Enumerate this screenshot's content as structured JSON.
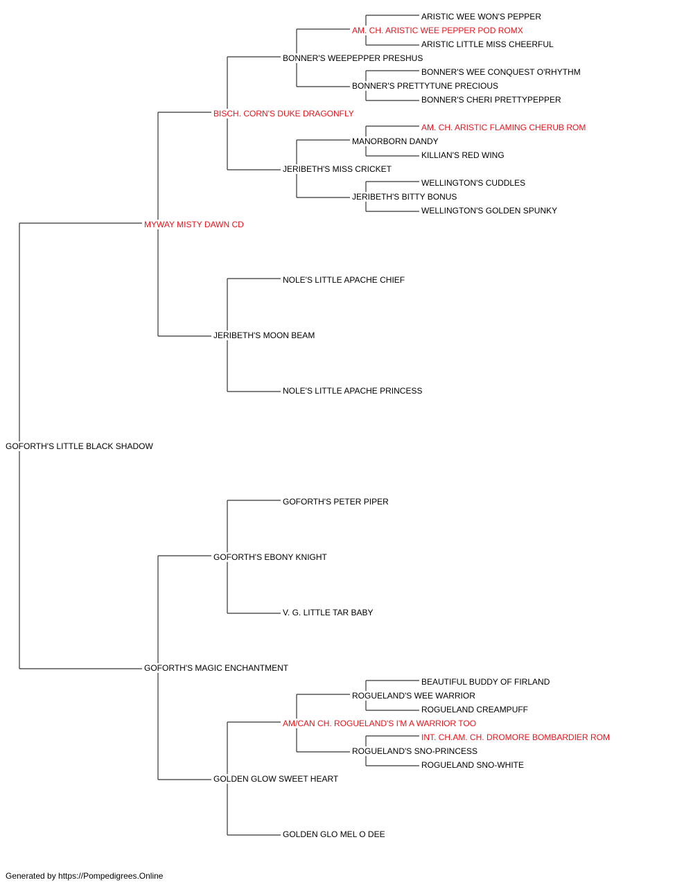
{
  "colors": {
    "text": "#000000",
    "highlight": "#e8141c",
    "line": "#333333"
  },
  "pedigree": {
    "subject": "GOFORTH'S LITTLE BLACK SHADOW",
    "sire": "MYWAY MISTY DAWN CD",
    "sire_sire": "BISCH. CORN'S DUKE DRAGONFLY",
    "sire_sire_sire": "BONNER'S WEEPEPPER PRESHUS",
    "sire_sire_sire_sire": "AM. CH. ARISTIC WEE PEPPER POD ROMX",
    "sire_sire_sire_sire_sire": "ARISTIC WEE WON'S PEPPER",
    "sire_sire_sire_sire_dam": "ARISTIC LITTLE MISS CHEERFUL",
    "sire_sire_sire_dam": "BONNER'S PRETTYTUNE PRECIOUS",
    "sire_sire_sire_dam_sire": "BONNER'S WEE CONQUEST O'RHYTHM",
    "sire_sire_sire_dam_dam": "BONNER'S CHERI PRETTYPEPPER",
    "sire_sire_dam": "JERIBETH'S MISS CRICKET",
    "sire_sire_dam_sire": "MANORBORN DANDY",
    "sire_sire_dam_sire_sire": "AM. CH. ARISTIC FLAMING CHERUB ROM",
    "sire_sire_dam_sire_dam": "KILLIAN'S RED WING",
    "sire_sire_dam_dam": "JERIBETH'S BITTY BONUS",
    "sire_sire_dam_dam_sire": "WELLINGTON'S CUDDLES",
    "sire_sire_dam_dam_dam": "WELLINGTON'S GOLDEN SPUNKY",
    "sire_dam": "JERIBETH'S MOON BEAM",
    "sire_dam_sire": "NOLE'S LITTLE APACHE CHIEF",
    "sire_dam_dam": "NOLE'S LITTLE APACHE PRINCESS",
    "dam": "GOFORTH'S MAGIC ENCHANTMENT",
    "dam_sire": "GOFORTH'S EBONY KNIGHT",
    "dam_sire_sire": "GOFORTH'S PETER PIPER",
    "dam_sire_dam": "V. G. LITTLE TAR BABY",
    "dam_dam": "GOLDEN GLOW SWEET HEART",
    "dam_dam_sire": "AM/CAN CH. ROGUELAND'S I'M A WARRIOR TOO",
    "dam_dam_sire_sire": "ROGUELAND'S WEE WARRIOR",
    "dam_dam_sire_sire_sire": "BEAUTIFUL BUDDY OF FIRLAND",
    "dam_dam_sire_sire_dam": "ROGUELAND CREAMPUFF",
    "dam_dam_sire_dam": "ROGUELAND'S SNO-PRINCESS",
    "dam_dam_sire_dam_sire": "INT. CH.AM. CH. DROMORE BOMBARDIER ROM",
    "dam_dam_sire_dam_dam": "ROGUELAND SNO-WHITE",
    "dam_dam_dam": "GOLDEN GLO MEL O DEE"
  },
  "footer": "Generated by https://Pompedigrees.Online"
}
